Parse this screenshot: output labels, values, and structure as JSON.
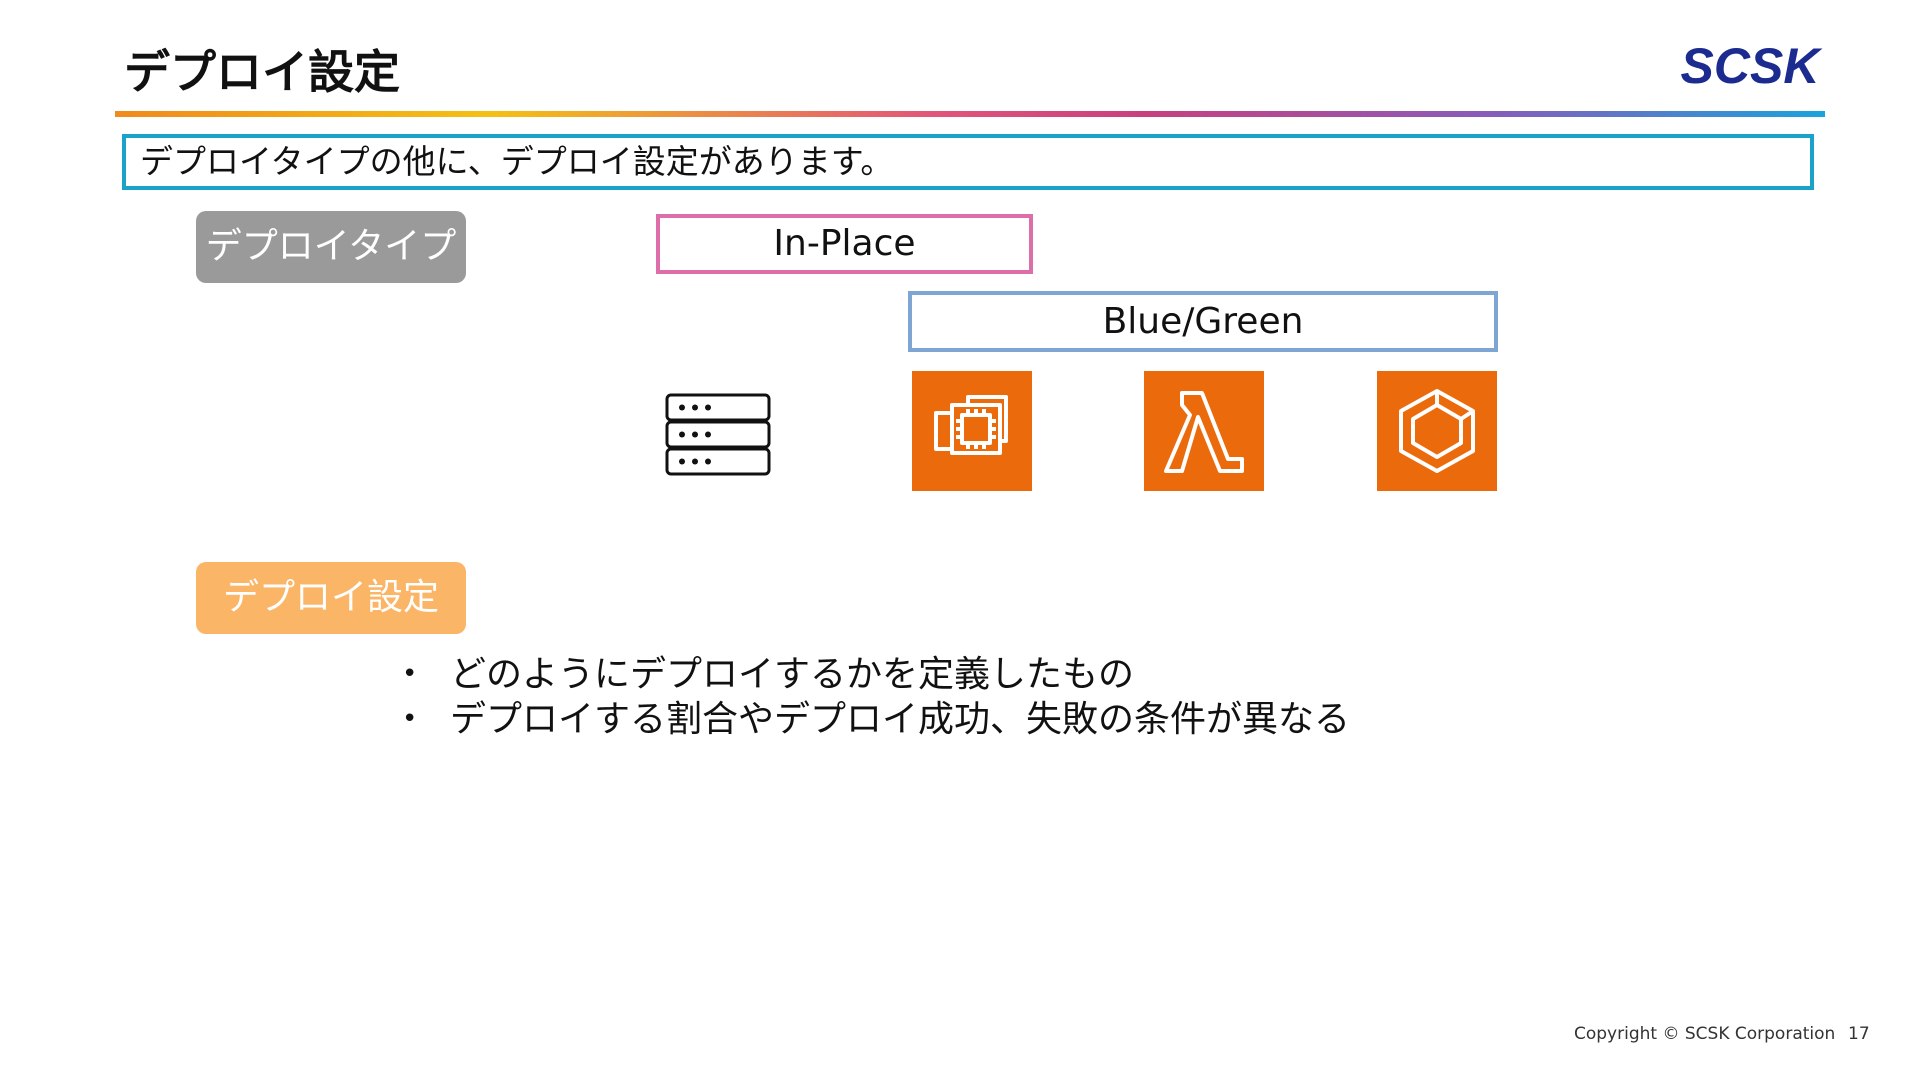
{
  "slide": {
    "title": "デプロイ設定",
    "logo_text": "SCSK",
    "lead": "デプロイタイプの他に、デプロイ設定があります。"
  },
  "deploy_type": {
    "tag": "デプロイタイプ",
    "in_place": "In-Place",
    "blue_green": "Blue/Green",
    "icons": [
      "server-icon",
      "ec2-icon",
      "lambda-icon",
      "ecs-icon"
    ]
  },
  "deploy_setting": {
    "tag": "デプロイ設定",
    "bullets": [
      "どのようにデプロイするかを定義したもの",
      "デプロイする割合やデプロイ成功、失敗の条件が異なる"
    ]
  },
  "footer": {
    "copyright": "Copyright © SCSK Corporation",
    "page_number": "17"
  },
  "colors": {
    "lead_border": "#1ba2c9",
    "tag_type": "#9a9a9a",
    "tag_setting": "#fbb566",
    "in_place_border": "#dd6ea9",
    "blue_green_border": "#7fa5d3",
    "aws_orange": "#eb6b0c",
    "logo_navy": "#1c2b8f"
  }
}
